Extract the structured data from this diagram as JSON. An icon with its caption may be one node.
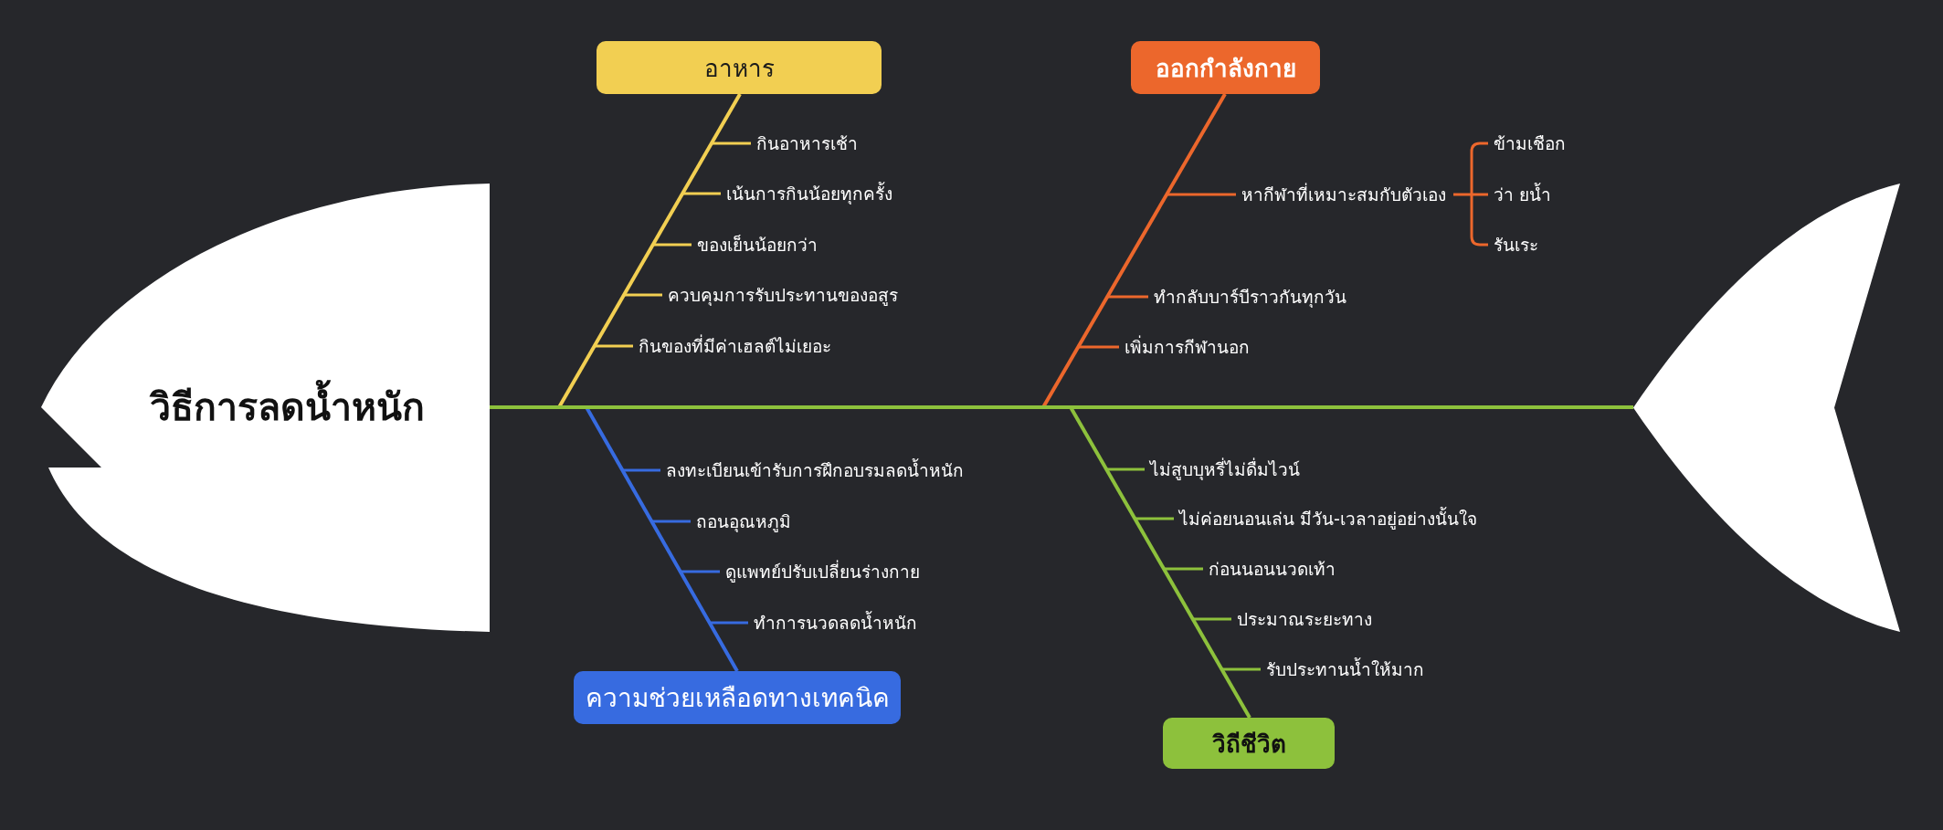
{
  "diagram": {
    "nodes": [
      {
        "text": [
          "วิธีการลดน้ำหนัก"
        ]
      },
      {
        "text": [
          "อาหาร"
        ]
      },
      {
        "text": [
          "กินอาหารเช้า"
        ]
      },
      {
        "text": [
          "เน้นการกินน้อยทุกครั้ง"
        ]
      },
      {
        "text": [
          "ของเย็นน้อยกว่า"
        ]
      },
      {
        "text": [
          "ควบคุมการรับประทานของอสูร"
        ]
      },
      {
        "text": [
          "กินของที่มีค่าเฮลต์ไม่เยอะ"
        ]
      },
      {
        "text": [
          "ออกกำลังกาย"
        ]
      },
      {
        "text": [
          "หากีฬาที่เหมาะสมกับตัวเอง"
        ]
      },
      {
        "text": [
          "ข้ามเชือก"
        ]
      },
      {
        "text": [
          "ว่า ยน้ำ"
        ]
      },
      {
        "text": [
          "รันเระ"
        ]
      },
      {
        "text": [
          "ทำกลับบาร์บีราวกันทุกวัน"
        ]
      },
      {
        "text": [
          "เพิ่มการกีฬานอก"
        ]
      },
      {
        "text": [
          "ความช่วยเหลือดทางเทคนิค"
        ]
      },
      {
        "text": [
          "ลงทะเบียนเข้ารับการฝึกอบรมลดน้ำหนัก"
        ]
      },
      {
        "text": [
          "ถอนอุณหภูมิ"
        ]
      },
      {
        "text": [
          "ดูแพทย์ปรับเปลี่ยนร่างกาย"
        ]
      },
      {
        "text": [
          "ทำการนวดลดน้ำหนัก"
        ]
      },
      {
        "text": [
          "วิถีชีวิต"
        ]
      },
      {
        "text": [
          "ไม่สูบบุหรี่ไม่ดื่มไวน์"
        ]
      },
      {
        "text": [
          "ไม่ค่อยนอนเล่น มีวัน-เวลาอยู่อย่างนั้นใจ"
        ]
      },
      {
        "text": [
          "ก่อนนอนนวดเท้า"
        ]
      },
      {
        "text": [
          "ประมาณระยะทาง"
        ]
      },
      {
        "text": [
          "รับประทานน้ำให้มาก"
        ]
      },
      {
        "text": [],
        "shape": "tail"
      }
    ],
    "edges": [
      {
        "from": 0,
        "to": 25,
        "arrow": "none",
        "color": "#8dc13c"
      },
      {
        "from": 1,
        "to": null,
        "arrow": "none",
        "color": "#f2cf52"
      },
      {
        "from": 1,
        "to": 2,
        "arrow": "none",
        "color": "#f2cf52"
      },
      {
        "from": 1,
        "to": 3,
        "arrow": "none",
        "color": "#f2cf52"
      },
      {
        "from": 1,
        "to": 4,
        "arrow": "none",
        "color": "#f2cf52"
      },
      {
        "from": 1,
        "to": 5,
        "arrow": "none",
        "color": "#f2cf52"
      },
      {
        "from": 1,
        "to": 6,
        "arrow": "none",
        "color": "#f2cf52"
      },
      {
        "from": 7,
        "to": null,
        "arrow": "none",
        "color": "#ec672c"
      },
      {
        "from": 7,
        "to": 8,
        "arrow": "none",
        "color": "#ec672c"
      },
      {
        "from": 8,
        "to": 9,
        "arrow": "none",
        "color": "#ec672c"
      },
      {
        "from": 8,
        "to": 10,
        "arrow": "none",
        "color": "#ec672c"
      },
      {
        "from": 8,
        "to": 11,
        "arrow": "none",
        "color": "#ec672c"
      },
      {
        "from": 7,
        "to": 12,
        "arrow": "none",
        "color": "#ec672c"
      },
      {
        "from": 7,
        "to": 13,
        "arrow": "none",
        "color": "#ec672c"
      },
      {
        "from": 14,
        "to": null,
        "arrow": "none",
        "color": "#376be0"
      },
      {
        "from": 14,
        "to": 15,
        "arrow": "none",
        "color": "#376be0"
      },
      {
        "from": 14,
        "to": 16,
        "arrow": "none",
        "color": "#376be0"
      },
      {
        "from": 14,
        "to": 17,
        "arrow": "none",
        "color": "#376be0"
      },
      {
        "from": 14,
        "to": 18,
        "arrow": "none",
        "color": "#376be0"
      },
      {
        "from": 19,
        "to": null,
        "arrow": "none",
        "color": "#8dc13c"
      },
      {
        "from": 19,
        "to": 20,
        "arrow": "none",
        "color": "#8dc13c"
      },
      {
        "from": 19,
        "to": 21,
        "arrow": "none",
        "color": "#8dc13c"
      },
      {
        "from": 19,
        "to": 22,
        "arrow": "none",
        "color": "#8dc13c"
      },
      {
        "from": 19,
        "to": 23,
        "arrow": "none",
        "color": "#8dc13c"
      },
      {
        "from": 19,
        "to": 24,
        "arrow": "none",
        "color": "#8dc13c"
      }
    ]
  }
}
